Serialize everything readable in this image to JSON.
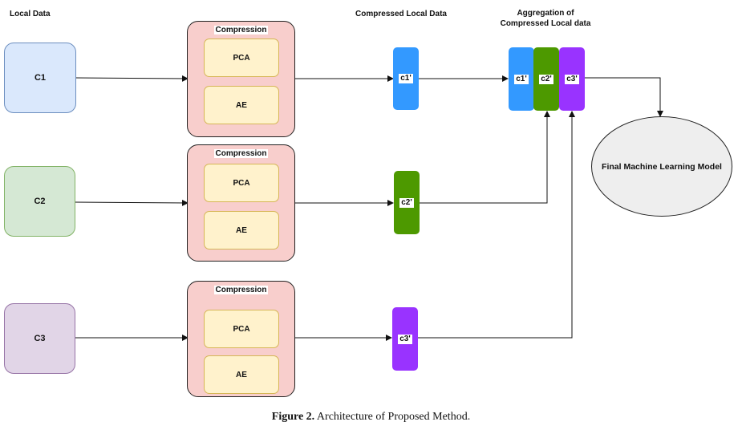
{
  "headers": {
    "local_data": "Local Data",
    "compressed_local_data": "Compressed Local Data",
    "aggregation_line1": "Aggregation of",
    "aggregation_line2": "Compressed Local data"
  },
  "clients": [
    {
      "label": "C1",
      "fill": "#dae8fc",
      "stroke": "#6c8ebf"
    },
    {
      "label": "C2",
      "fill": "#d5e8d4",
      "stroke": "#82b366"
    },
    {
      "label": "C3",
      "fill": "#e1d5e7",
      "stroke": "#9673a6"
    }
  ],
  "compression_blocks": [
    {
      "title": "Compression",
      "methods": [
        "PCA",
        "AE"
      ]
    },
    {
      "title": "Compression",
      "methods": [
        "PCA",
        "AE"
      ]
    },
    {
      "title": "Compression",
      "methods": [
        "PCA",
        "AE"
      ]
    }
  ],
  "compressed": [
    {
      "label": "c1'",
      "color": "#3399ff"
    },
    {
      "label": "c2'",
      "color": "#4d9900"
    },
    {
      "label": "c3'",
      "color": "#9933ff"
    }
  ],
  "aggregated": [
    {
      "label": "c1'",
      "color": "#3399ff"
    },
    {
      "label": "c2'",
      "color": "#4d9900"
    },
    {
      "label": "c3'",
      "color": "#9933ff"
    }
  ],
  "model": {
    "label": "Final Machine Learning Model",
    "fill": "#eeeeee"
  },
  "caption": {
    "prefix": "Figure 2.",
    "text": " Architecture of Proposed Method."
  }
}
